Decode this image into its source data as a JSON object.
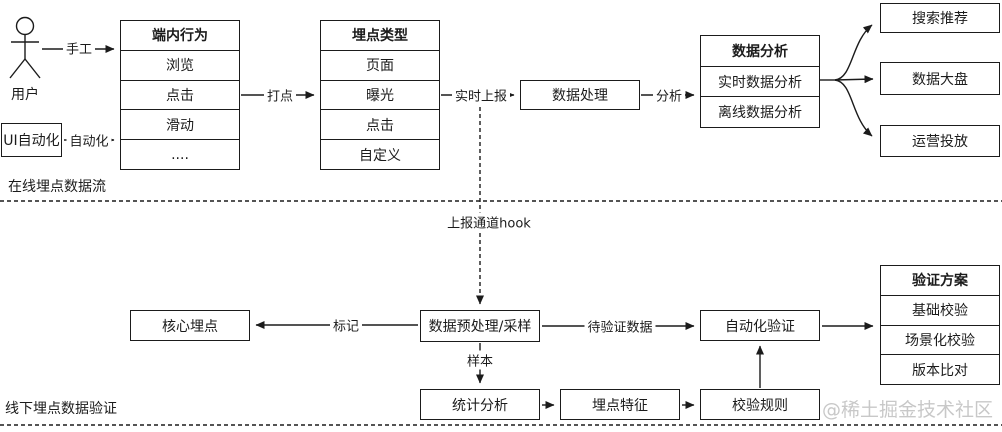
{
  "sections": {
    "online": {
      "label": "在线埋点数据流"
    },
    "offline": {
      "label": "线下埋点数据验证"
    }
  },
  "actors": {
    "user": {
      "label": "用户"
    },
    "ui_automation": {
      "label": "UI自动化"
    }
  },
  "nodes": {
    "client_behavior": {
      "title": "端内行为",
      "rows": [
        "浏览",
        "点击",
        "滑动",
        "...."
      ]
    },
    "tracking_type": {
      "title": "埋点类型",
      "rows": [
        "页面",
        "曝光",
        "点击",
        "自定义"
      ]
    },
    "data_processing": {
      "label": "数据处理"
    },
    "data_analysis": {
      "title": "数据分析",
      "rows": [
        "实时数据分析",
        "离线数据分析"
      ]
    },
    "search_recommend": {
      "label": "搜索推荐"
    },
    "data_dashboard": {
      "label": "数据大盘"
    },
    "operation_delivery": {
      "label": "运营投放"
    },
    "core_tracking": {
      "label": "核心埋点"
    },
    "data_preprocess": {
      "label": "数据预处理/采样"
    },
    "statistical_analysis": {
      "label": "统计分析"
    },
    "tracking_feature": {
      "label": "埋点特征"
    },
    "check_rules": {
      "label": "校验规则"
    },
    "auto_verification": {
      "label": "自动化验证"
    },
    "verification_plan": {
      "title": "验证方案",
      "rows": [
        "基础校验",
        "场景化校验",
        "版本比对"
      ]
    }
  },
  "edges": {
    "manual": "手工",
    "automation": "自动化",
    "dotting": "打点",
    "realtime_report": "实时上报",
    "analysis": "分析",
    "report_channel_hook": "上报通道hook",
    "mark": "标记",
    "to_verify_data": "待验证数据",
    "sample": "样本"
  },
  "watermark": "@稀土掘金技术社区",
  "colors": {
    "line": "#1b1b1b",
    "watermark": "#c8c8c8",
    "background": "#ffffff"
  }
}
